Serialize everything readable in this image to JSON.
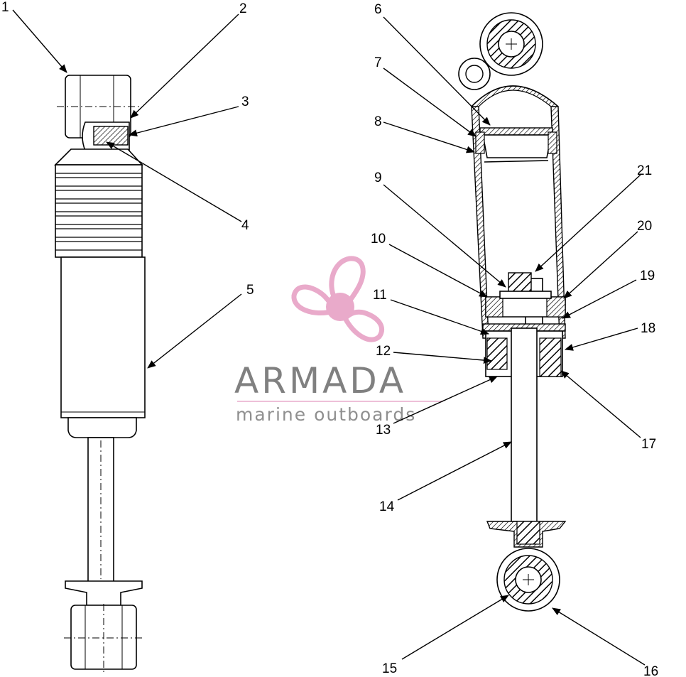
{
  "watermark": {
    "brand": "ARMADA",
    "tagline": "marine outboards",
    "colors": {
      "logo": "#e8a6c8",
      "logo_dark": "#d78cb8",
      "text": "#7a7a7a"
    }
  },
  "callouts": [
    "1",
    "2",
    "3",
    "4",
    "5",
    "6",
    "7",
    "8",
    "9",
    "10",
    "11",
    "12",
    "13",
    "14",
    "15",
    "16",
    "17",
    "18",
    "19",
    "20",
    "21"
  ]
}
